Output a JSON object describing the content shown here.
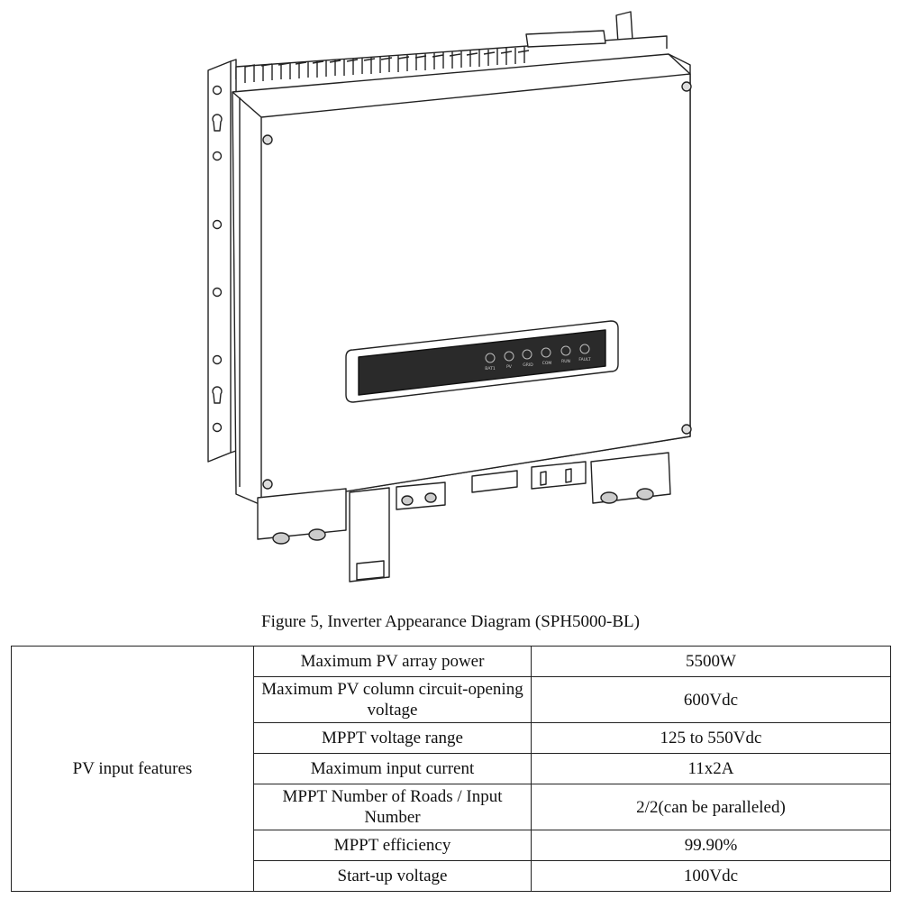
{
  "figure": {
    "panel_labels": [
      "BAT1",
      "PV",
      "GRID",
      "COM",
      "RUN",
      "FAULT"
    ]
  },
  "caption": "Figure 5, Inverter Appearance Diagram (SPH5000-BL)",
  "table": {
    "group_label": "PV input features",
    "rows": [
      {
        "param": "Maximum PV array power",
        "value": "5500W"
      },
      {
        "param": "Maximum PV column circuit-opening voltage",
        "value": "600Vdc"
      },
      {
        "param": "MPPT voltage range",
        "value": "125 to 550Vdc"
      },
      {
        "param": "Maximum input current",
        "value": "11x2A"
      },
      {
        "param": "MPPT Number of Roads / Input Number",
        "value": "2/2(can be paralleled)"
      },
      {
        "param": "MPPT efficiency",
        "value": "99.90%"
      },
      {
        "param": "Start-up voltage",
        "value": "100Vdc"
      }
    ]
  }
}
